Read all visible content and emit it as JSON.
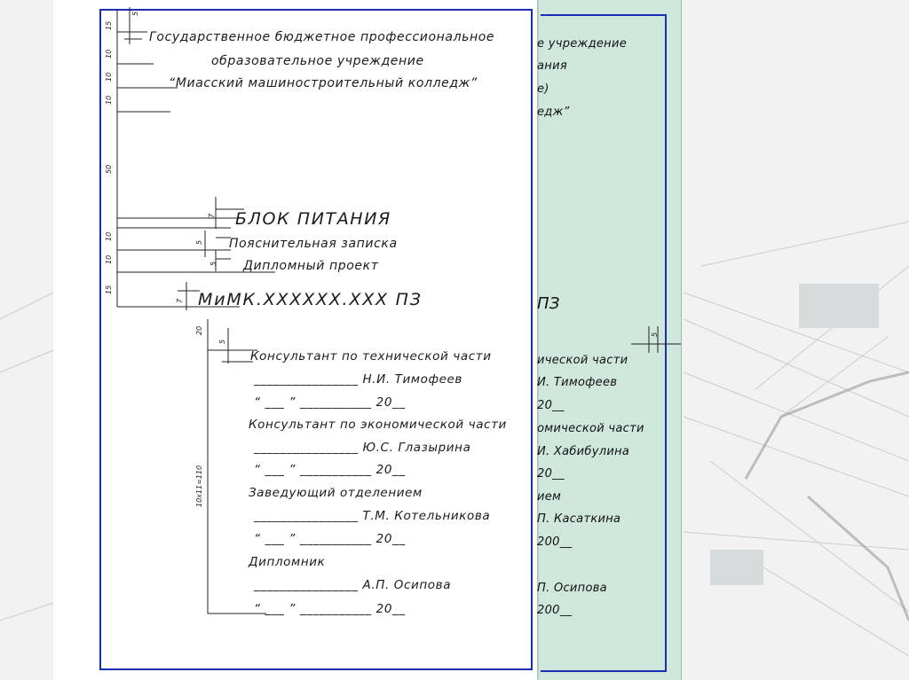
{
  "front": {
    "org_line1": "Государственное бюджетное профессиональное",
    "org_line2": "образовательное учреждение",
    "org_line3": "“Миасский машиностроительный колледж”",
    "title": "БЛОК ПИТАНИЯ",
    "subtitle1": "Пояснительная записка",
    "subtitle2": "Дипломный проект",
    "doc_code": "МиМК.ХХХХХХ.ХХХ ПЗ",
    "consultants": [
      {
        "role": "Консультант по технической части",
        "sign_line": "________________  Н.И. Тимофеев",
        "date_line": "“ ___ ”  ___________ 20__"
      },
      {
        "role": "Консультант по экономической части",
        "sign_line": "________________  Ю.С. Глазырина",
        "date_line": "“ ___ ”  ___________ 20__"
      },
      {
        "role": "Заведующий отделением",
        "sign_line": "________________  Т.М. Котельникова",
        "date_line": "“ ___ ”  ___________ 20__"
      },
      {
        "role": "Дипломник",
        "sign_line": "________________  А.П. Осипова",
        "date_line": "“ ___ ”  ___________ 20__"
      }
    ],
    "dims": {
      "d15a": "15",
      "d5a": "5",
      "d10a": "10",
      "d10b": "10",
      "d10c": "10",
      "d50": "50",
      "d7a": "7",
      "d10d": "10",
      "d5b": "5",
      "d10e": "10",
      "d5c": "5",
      "d15b": "15",
      "d7b": "7",
      "d20": "20",
      "d5d": "5",
      "d_total": "10х11=110"
    }
  },
  "back": {
    "lines": [
      "е учреждение",
      "ания",
      "е)",
      "едж”",
      "ПЗ",
      "ической части",
      "И. Тимофеев",
      "20__",
      "омической части",
      "И. Хабибулина",
      "20__",
      "ием",
      "П. Касаткина",
      "200__",
      "П. Осипова",
      "200__"
    ],
    "dim5": "5"
  },
  "colors": {
    "frame_blue": "#1a2fb5",
    "back_sheet_green": "#cfe7dd"
  }
}
